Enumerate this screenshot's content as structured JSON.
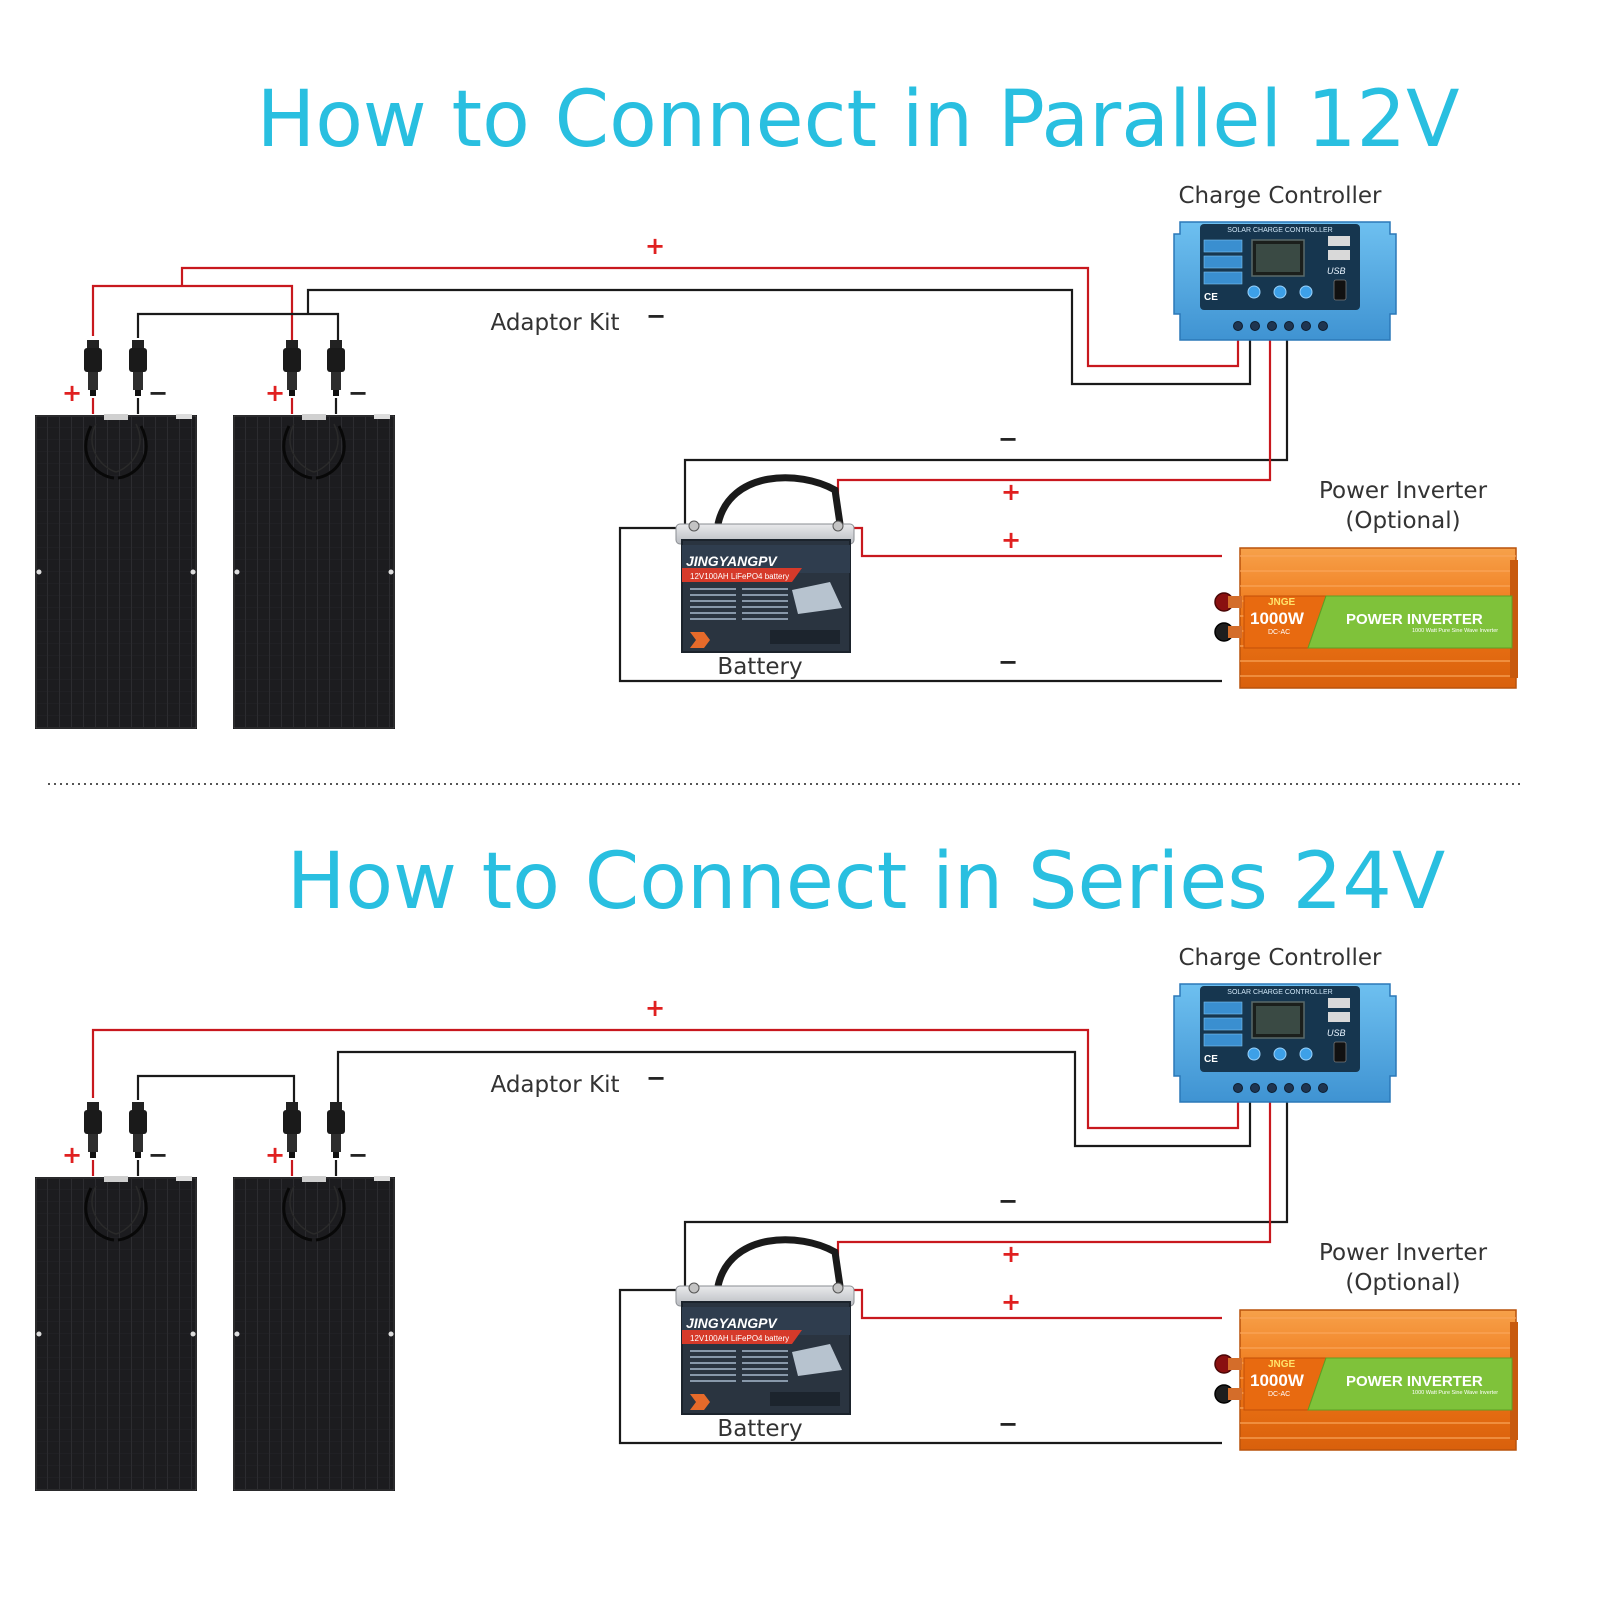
{
  "colors": {
    "title": "#29bfe0",
    "positive_wire": "#c8181e",
    "negative_wire": "#1a1a1a",
    "controller_body": "#4fa8e0",
    "inverter_body": "#f07a1a",
    "inverter_panel": "#7fc23a"
  },
  "sections": [
    {
      "title": "How to Connect in Parallel 12V",
      "wiring": "parallel",
      "controller_label": "Charge Controller",
      "adaptor_label": "Adaptor Kit",
      "battery_label": "Battery",
      "inverter_label_line1": "Power Inverter",
      "inverter_label_line2": "(Optional)",
      "plus": "+",
      "minus": "−"
    },
    {
      "title": "How to Connect in Series 24V",
      "wiring": "series",
      "controller_label": "Charge Controller",
      "adaptor_label": "Adaptor Kit",
      "battery_label": "Battery",
      "inverter_label_line1": "Power Inverter",
      "inverter_label_line2": "(Optional)",
      "plus": "+",
      "minus": "−"
    }
  ],
  "controller": {
    "header": "SOLAR CHARGE CONTROLLER",
    "usb": "USB",
    "ce": "CE"
  },
  "battery": {
    "brand": "JINGYANGPV",
    "model": "12V100AH LiFePO4 battery"
  },
  "inverter": {
    "brand": "JNGE",
    "power": "1000W",
    "sub": "DC-AC",
    "name": "POWER INVERTER",
    "desc": "1000 Watt Pure Sine Wave Inverter"
  },
  "icons": [
    "solar-panel-icon",
    "mc4-connector-icon",
    "charge-controller-icon",
    "battery-icon",
    "power-inverter-icon"
  ]
}
